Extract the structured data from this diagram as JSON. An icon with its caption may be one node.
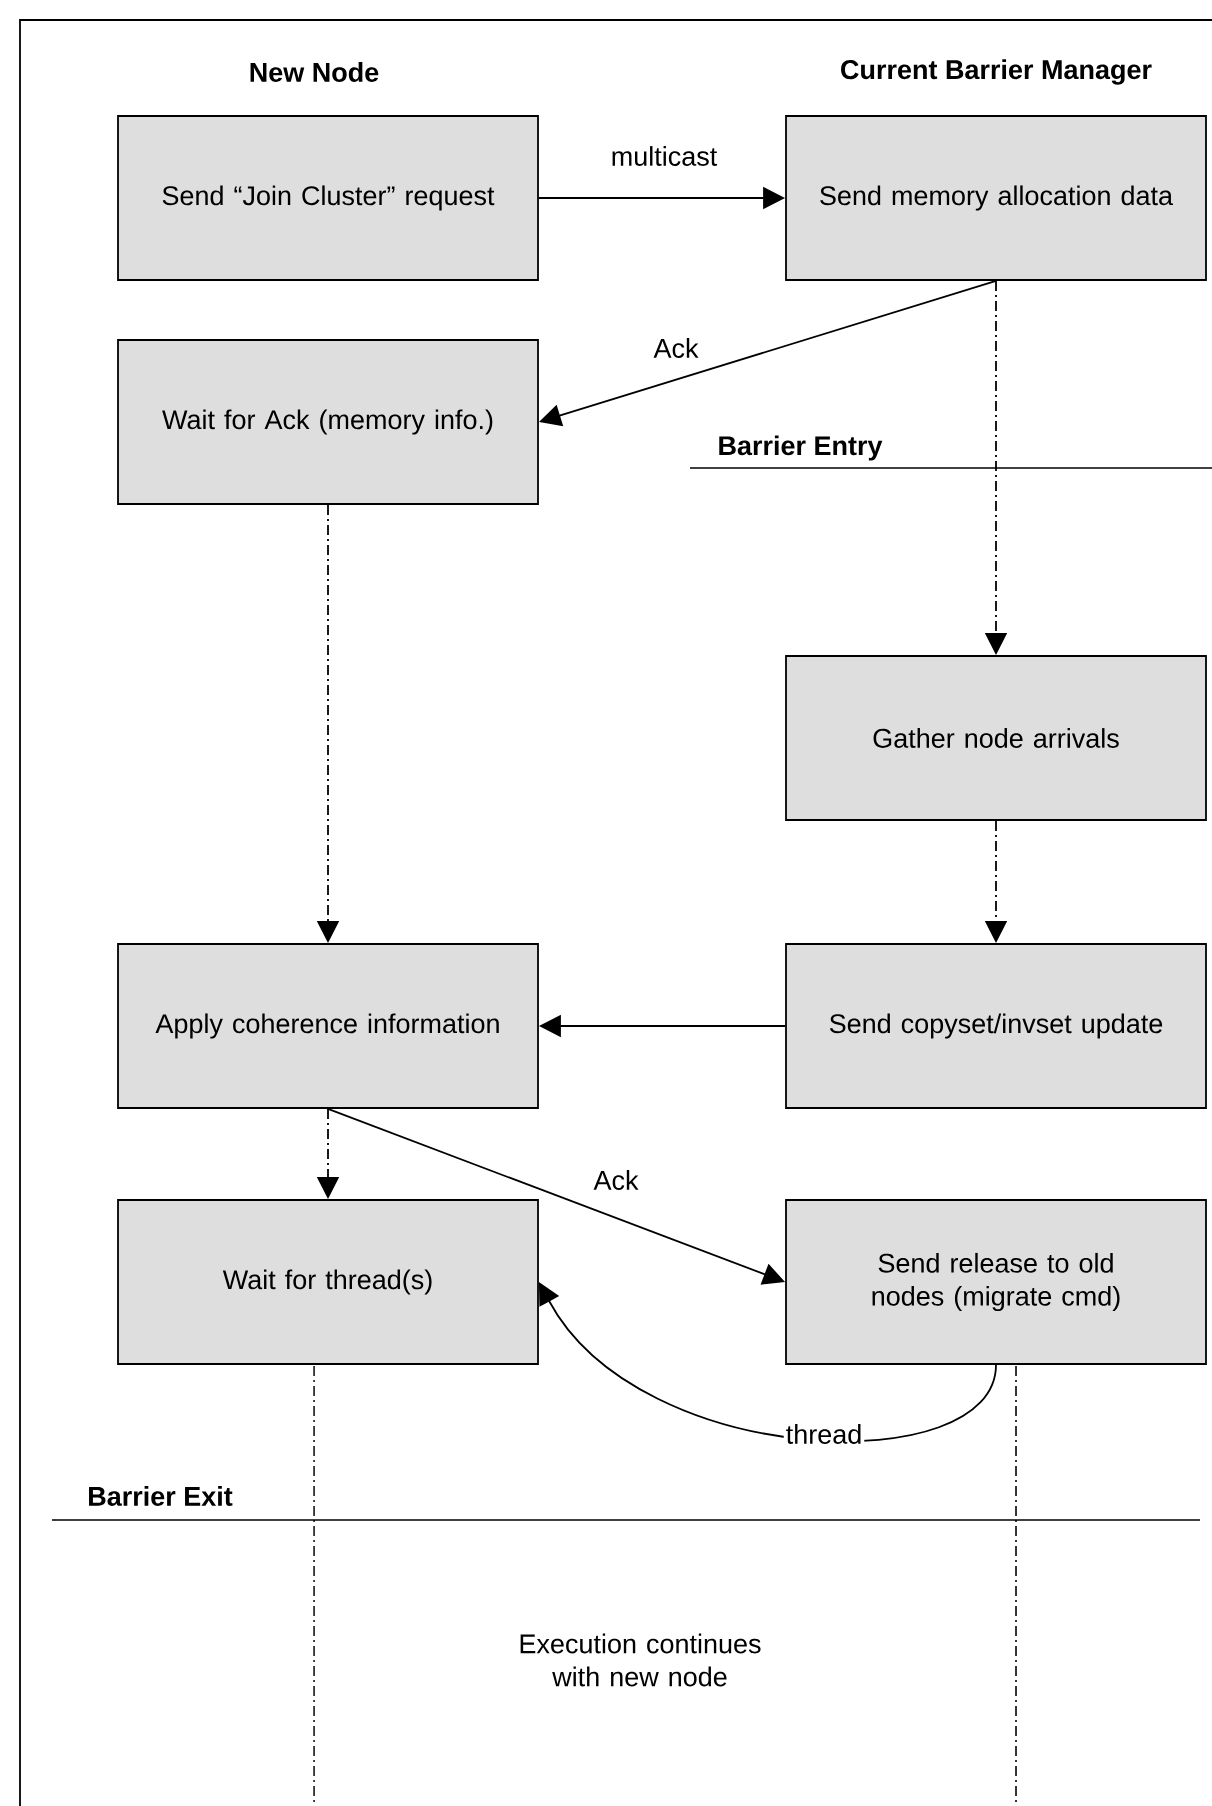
{
  "diagram": {
    "nodes": [
      {
        "text": [
          "Send “Join Cluster” request"
        ]
      },
      {
        "text": [
          "Send memory allocation data"
        ]
      },
      {
        "text": [
          "Wait for Ack (memory info.)"
        ]
      },
      {
        "text": [
          "Gather node arrivals"
        ]
      },
      {
        "text": [
          "Apply coherence information"
        ]
      },
      {
        "text": [
          "Send copyset/invset update"
        ]
      },
      {
        "text": [
          "Wait for thread(s)"
        ]
      },
      {
        "text": [
          "Send release to old nodes (migrate cmd)"
        ]
      }
    ],
    "edges": [
      {
        "from": 0,
        "to": 1,
        "arrow": "to",
        "label": "multicast"
      },
      {
        "from": 1,
        "to": 2,
        "arrow": "to",
        "label": "Ack"
      },
      {
        "from": 1,
        "to": 3,
        "arrow": "to",
        "style": "dashed"
      },
      {
        "from": 2,
        "to": 4,
        "arrow": "to",
        "style": "dashed"
      },
      {
        "from": 3,
        "to": 5,
        "arrow": "to",
        "style": "dashed"
      },
      {
        "from": 5,
        "to": 4,
        "arrow": "to"
      },
      {
        "from": 4,
        "to": 6,
        "arrow": "to",
        "style": "dashed"
      },
      {
        "from": 4,
        "to": 7,
        "arrow": "to",
        "label": "Ack"
      },
      {
        "from": 7,
        "to": 6,
        "arrow": "to",
        "label": "thread"
      }
    ],
    "labels": [
      "New Node",
      "Current Barrier Manager",
      "Barrier Entry",
      "Barrier Exit",
      "Execution continues with new node"
    ]
  }
}
